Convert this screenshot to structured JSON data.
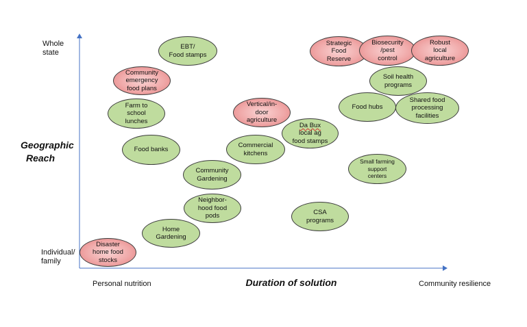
{
  "axes": {
    "y_top_label": "Whole\nstate",
    "y_bottom_label": "Individual/\nfamily",
    "y_title": "Geographic\nReach",
    "x_left_label": "Personal nutrition",
    "x_right_label": "Community resilience",
    "x_title": "Duration of solution"
  },
  "colors": {
    "green_fill": "#bfdc9e",
    "red_fill": "#ef9494",
    "axis_color": "#4472c4",
    "outline": "#3c3c3c"
  },
  "bubbles": {
    "ebt": "EBT/\nFood stamps",
    "community_emergency": "Community\nemergency\nfood plans",
    "farm_to_school": "Farm to\nschool\nlunches",
    "food_banks": "Food banks",
    "community_gardening": "Community\nGardening",
    "neighborhood_pods": "Neighbor-\nhood food\npods",
    "home_gardening": "Home\nGardening",
    "disaster_stocks": "Disaster\nhome food\nstocks",
    "vertical_ag": "Vertical/in-\ndoor\nagriculture",
    "commercial_kitchens": "Commercial\nkitchens",
    "dabux_word": "Da Bux",
    "dabux_rest": "\nlocal ag\nfood stamps",
    "csa": "CSA\nprograms",
    "small_farming": "Small farming\nsupport\ncenters",
    "food_hubs": "Food hubs",
    "shared_processing": "Shared food\nprocessing\nfacilities",
    "soil_health": "Soil health\nprograms",
    "strategic_reserve": "Strategic\nFood\nReserve",
    "biosecurity": "Biosecurity\n/pest\ncontrol",
    "robust_ag": "Robust\nlocal\nagriculture"
  }
}
